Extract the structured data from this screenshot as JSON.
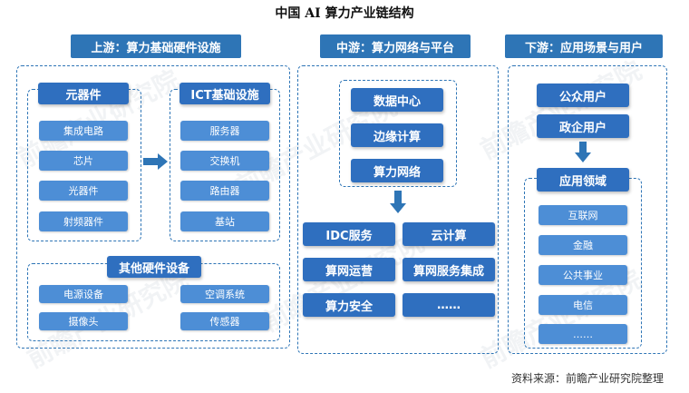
{
  "title": "中国 AI 算力产业链结构",
  "watermark": "前瞻产业研究院",
  "upstream": {
    "header": "上游：算力基础硬件设施",
    "components": {
      "title": "元器件",
      "items": [
        "集成电路",
        "芯片",
        "光器件",
        "射频器件"
      ]
    },
    "ict": {
      "title": "ICT基础设施",
      "items": [
        "服务器",
        "交换机",
        "路由器",
        "基站"
      ]
    },
    "other": {
      "title": "其他硬件设备",
      "items": [
        "电源设备",
        "空调系统",
        "摄像头",
        "传感器"
      ]
    }
  },
  "midstream": {
    "header": "中游：算力网络与平台",
    "top_items": [
      "数据中心",
      "边缘计算",
      "算力网络"
    ],
    "bottom_items": [
      "IDC服务",
      "云计算",
      "算网运营",
      "算网服务集成",
      "算力安全",
      "……"
    ]
  },
  "downstream": {
    "header": "下游：应用场景与用户",
    "users": [
      "公众用户",
      "政企用户"
    ],
    "field_title": "应用领域",
    "fields": [
      "互联网",
      "金融",
      "公共事业",
      "电信",
      "……"
    ]
  },
  "source": "资料来源：前瞻产业研究院整理",
  "colors": {
    "primary": "#2f6fbf",
    "secondary": "#4d8ed6",
    "dashed_border": "#2e75b6",
    "arrow": "#2e75b6"
  }
}
